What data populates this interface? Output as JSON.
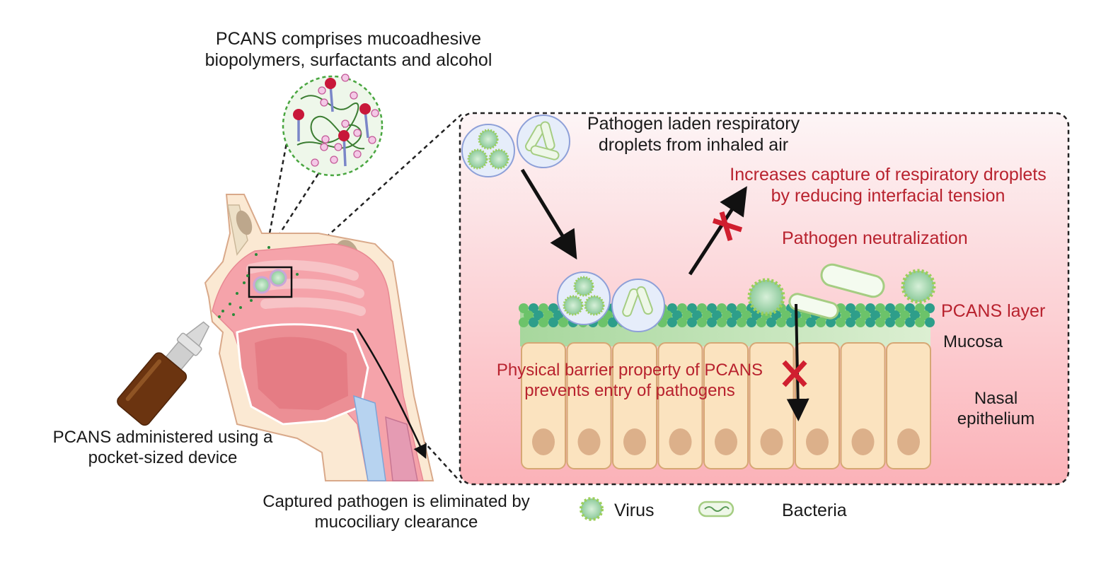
{
  "figure": {
    "title_top": "PCANS comprises mucoadhesive biopolymers, surfactants and alcohol",
    "labels": {
      "droplets": "Pathogen laden respiratory droplets from inhaled air",
      "capture": "Increases capture of respiratory droplets by reducing interfacial tension",
      "neutralization": "Pathogen neutralization",
      "pcans_layer": "PCANS layer",
      "mucosa": "Mucosa",
      "nasal_epithelium": "Nasal epithelium",
      "barrier": "Physical barrier property of PCANS prevents entry of pathogens",
      "administered": "PCANS administered using a pocket-sized device",
      "captured": "Captured pathogen is eliminated by mucociliary clearance"
    },
    "legend": {
      "items": [
        {
          "icon": "virus-icon",
          "label": "Virus"
        },
        {
          "icon": "bacteria-icon",
          "label": "Bacteria"
        }
      ]
    },
    "colors": {
      "annotation_red": "#b8222e",
      "text_dark": "#1a1a1a",
      "panel_gradient_top": "#fdf3f4",
      "panel_gradient_bottom": "#fbb4ba",
      "pcans_bead_teal": "#2e9e8a",
      "pcans_bead_green": "#6cc36a",
      "mucosa_green": "#b9dfb0",
      "cell_fill": "#fbe3bf",
      "cell_nucleus": "#dcb08a",
      "block_x": "#d01f2f",
      "bottle_brown": "#6b3410"
    },
    "epithelium_cell_count": 9
  }
}
